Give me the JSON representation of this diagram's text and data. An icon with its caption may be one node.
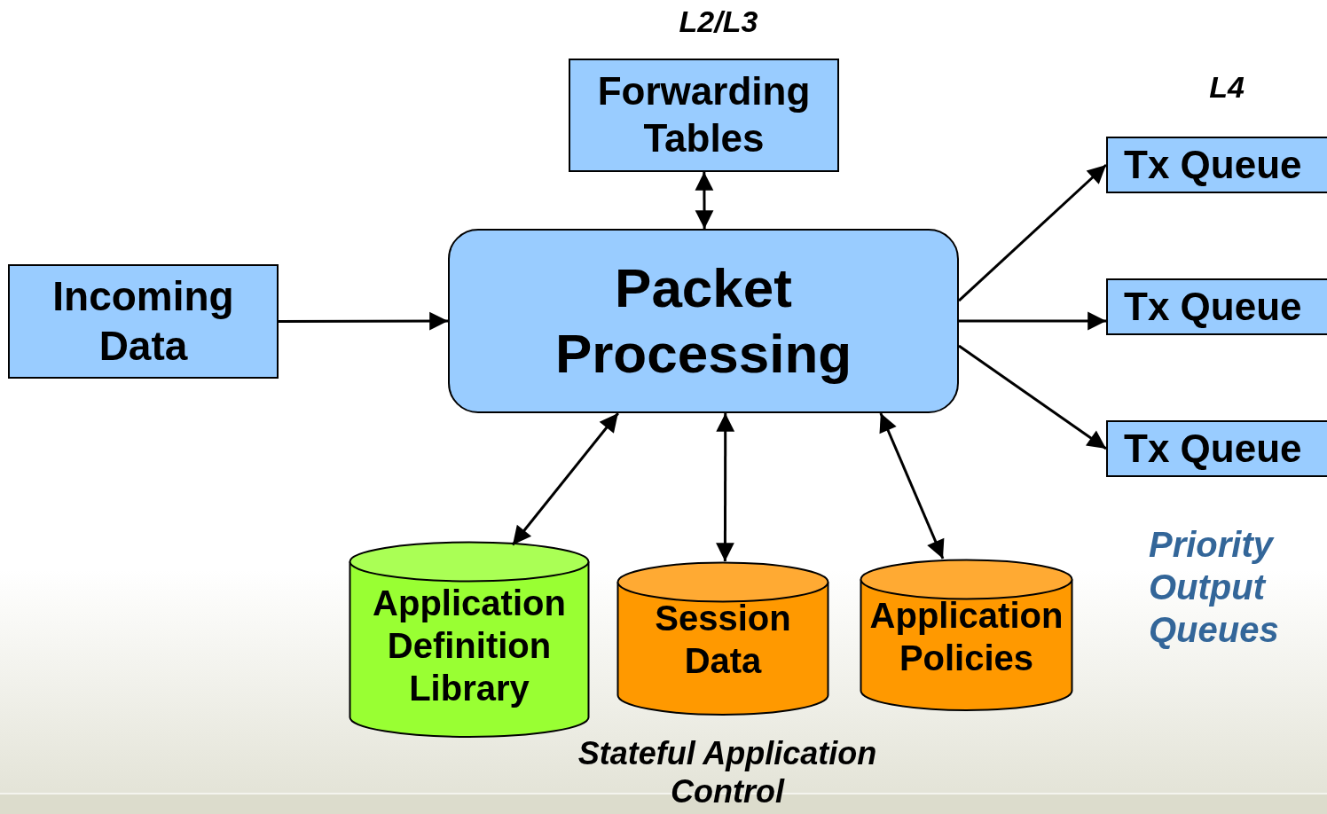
{
  "diagram": {
    "nodes": [
      {
        "text": [
          "Forwarding Tables"
        ]
      },
      {
        "text": [
          "Incoming Data"
        ]
      },
      {
        "text": [
          "Packet Processing"
        ]
      },
      {
        "text": [
          "Tx Queue"
        ]
      },
      {
        "text": [
          "Tx Queue"
        ]
      },
      {
        "text": [
          "Tx Queue"
        ]
      },
      {
        "text": [
          "Application Definition Library"
        ]
      },
      {
        "text": [
          "Session Data"
        ]
      },
      {
        "text": [
          "Application Policies"
        ]
      }
    ],
    "edges": [
      {
        "from": 1,
        "to": 2,
        "arrow": "to"
      },
      {
        "from": 0,
        "to": 2,
        "arrow": "both"
      },
      {
        "from": 2,
        "to": 3,
        "arrow": "to"
      },
      {
        "from": 2,
        "to": 4,
        "arrow": "to"
      },
      {
        "from": 2,
        "to": 5,
        "arrow": "to"
      },
      {
        "from": 2,
        "to": 6,
        "arrow": "both"
      },
      {
        "from": 2,
        "to": 7,
        "arrow": "both"
      },
      {
        "from": 2,
        "to": 8,
        "arrow": "both"
      }
    ],
    "labels": [
      "L2/L3",
      "L4",
      "Priority Output Queues",
      "Stateful Application Control"
    ]
  }
}
